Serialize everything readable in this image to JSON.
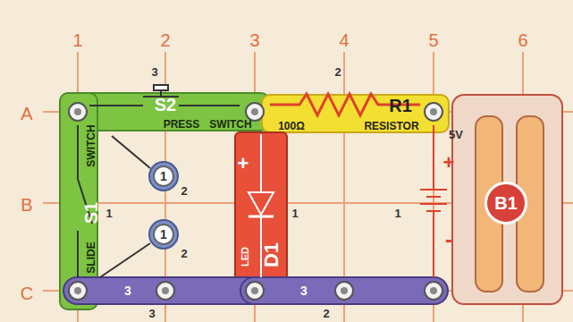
{
  "diagram": {
    "nodes": [
      {
        "text": [
          "PRESS",
          "S2",
          "SWITCH"
        ]
      },
      {
        "text": [
          "100Ω",
          "R1",
          "RESISTOR"
        ]
      },
      {
        "text": [
          "SLIDE",
          "S1",
          "SWITCH"
        ]
      },
      {
        "text": [
          "1"
        ]
      },
      {
        "text": [
          "1"
        ]
      },
      {
        "text": [
          "+",
          "D1",
          "LED"
        ]
      },
      {
        "text": [
          "B1"
        ]
      },
      {
        "text": [
          "3"
        ]
      },
      {
        "text": [
          "3"
        ]
      }
    ],
    "labels": [
      "1",
      "2",
      "3",
      "4",
      "5",
      "6",
      "A",
      "B",
      "C",
      "3",
      "2",
      "1",
      "2",
      "2",
      "1",
      "1",
      "5V",
      "+",
      "-",
      "3",
      "2"
    ]
  }
}
